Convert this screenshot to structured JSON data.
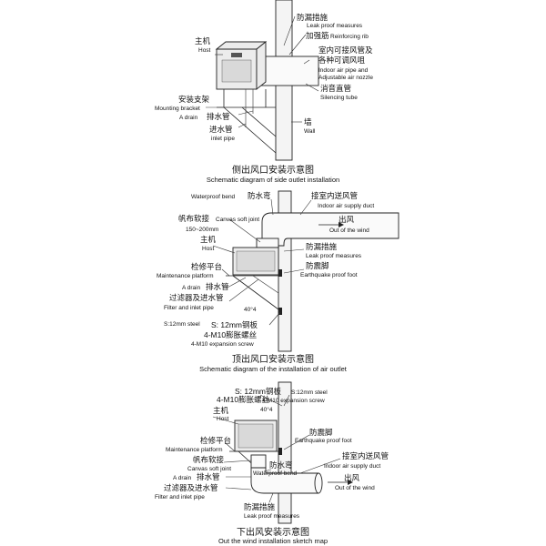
{
  "colors": {
    "ink": "#111111",
    "wall_fill": "#f4f4f4",
    "unit_fill": "#ececec"
  },
  "sections": [
    {
      "id": "side",
      "caption_cn": "侧出风口安装示意图",
      "caption_en": "Schematic diagram of side outlet installation",
      "labels": {
        "leak_proof_cn": "防漏措施",
        "leak_proof_en": "Leak proof measures",
        "reinforcing_cn": "加强筋",
        "reinforcing_en": "Reinforcing rib",
        "indoor_pipe_cn_1": "室内可接风管及",
        "indoor_pipe_cn_2": "各种可调风咀",
        "indoor_pipe_en_1": "Indoor air pipe and",
        "indoor_pipe_en_2": "Adjustable air nozzle",
        "silencing_cn": "消音直管",
        "silencing_en": "Silencing tube",
        "host_cn": "主机",
        "host_en": "Host",
        "bracket_cn": "安装支架",
        "bracket_en": "Mounting bracket",
        "drain_en": "A drain",
        "drain_cn": "排水管",
        "inlet_cn": "进水管",
        "inlet_en": "inlet pipe",
        "wall_cn": "墙",
        "wall_en": "Wall"
      }
    },
    {
      "id": "top",
      "caption_cn": "顶出风口安装示意图",
      "caption_en": "Schematic diagram of the installation of air outlet",
      "labels": {
        "waterproof_en": "Waterproof bend",
        "waterproof_cn": "防水弯",
        "indoor_duct_cn": "接室内送风管",
        "indoor_duct_en": "Indoor air supply duct",
        "canvas_cn": "帆布软接",
        "canvas_en": "Canvas soft joint",
        "canvas_dim": "150~200mm",
        "outwind_cn": "出风",
        "outwind_en": "Out of the wind",
        "host_cn": "主机",
        "host_en": "Host",
        "leak_proof_cn": "防漏措施",
        "leak_proof_en": "Leak proof measures",
        "quake_cn": "防震脚",
        "quake_en": "Earthquake proof foot",
        "maint_cn": "检修平台",
        "maint_en": "Maintenance platform",
        "drain_en": "A drain",
        "drain_cn": "排水管",
        "filter_cn": "过滤器及进水管",
        "filter_en": "Filter and inlet pipe",
        "angle": "40°4",
        "steel_en": "S:12mm steel",
        "steel_cn": "S: 12mm钢板",
        "screw_cn": "4-M10膨胀螺丝",
        "screw_en": "4-M10 expansion screw"
      }
    },
    {
      "id": "bottom",
      "caption_cn": "下出风安装示意图",
      "caption_en": "Out the wind installation sketch map",
      "labels": {
        "steel_cn": "S: 12mm钢板",
        "steel_en": "S:12mm steel",
        "screw_cn": "4-M10膨胀螺丝",
        "screw_en": "4-M10 expansion screw",
        "host_cn": "主机",
        "host_en": "Host",
        "angle": "40°4",
        "quake_cn": "防震脚",
        "quake_en": "Earthquake proof foot",
        "maint_cn": "检修平台",
        "maint_en": "Maintenance platform",
        "indoor_duct_cn": "接室内送风管",
        "indoor_duct_en": "Indoor air supply duct",
        "canvas_cn": "帆布软接",
        "canvas_en": "Canvas soft joint",
        "waterproof_cn": "防水弯",
        "waterproof_en": "Waterproof bend",
        "drain_en": "A drain",
        "drain_cn": "排水管",
        "outwind_cn": "出风",
        "outwind_en": "Out of the wind",
        "filter_cn": "过滤器及进水管",
        "filter_en": "Filter and inlet pipe",
        "leak_proof_cn": "防漏措施",
        "leak_proof_en": "Leak proof measures"
      }
    }
  ]
}
